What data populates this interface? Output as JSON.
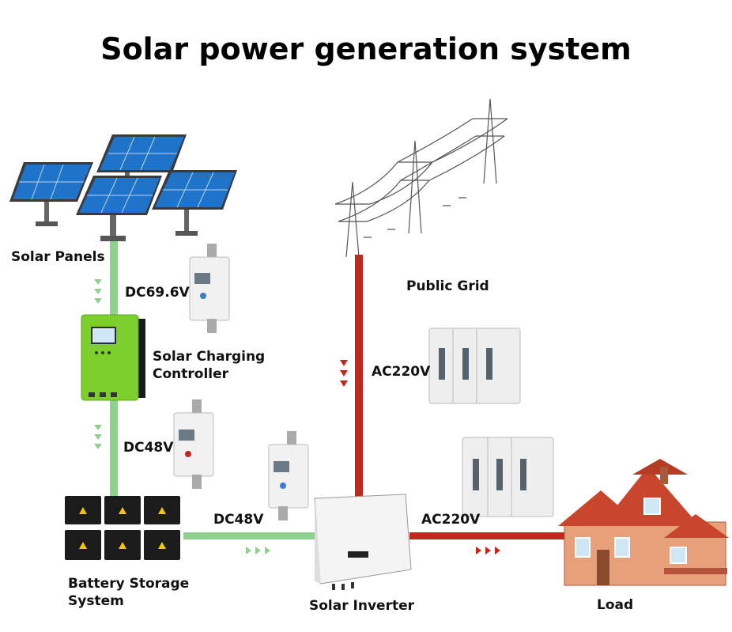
{
  "title": "Solar power generation system",
  "labels": {
    "solar_panels": "Solar Panels",
    "dc_panel_voltage": "DC69.6V",
    "charging_controller_line1": "Solar Charging",
    "charging_controller_line2": "Controller",
    "dc_controller_voltage": "DC48V",
    "battery_line1": "Battery Storage",
    "battery_line2": "System",
    "dc_battery_voltage": "DC48V",
    "public_grid": "Public Grid",
    "ac_grid_voltage": "AC220V",
    "ac_load_voltage": "AC220V",
    "solar_inverter": "Solar Inverter",
    "load": "Load"
  },
  "colors": {
    "dc_line": "#8fd28f",
    "ac_line": "#c0281d",
    "panel_cell": "#1f73c8",
    "controller": "#7ccf2c",
    "battery": "#1b1b1b",
    "house_roof": "#c8472c",
    "house_wall": "#e8a07a"
  },
  "icons": {
    "meter": "din-rail-energy-meter-icon",
    "three_phase_meter": "three-module-meter-icon",
    "tower": "transmission-tower-icon",
    "flow": "triangle-arrow-icon"
  }
}
